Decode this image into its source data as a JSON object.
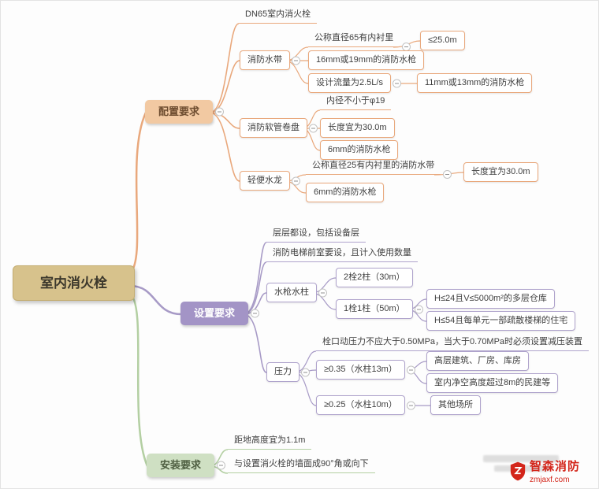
{
  "root": "室内消火栓",
  "config": {
    "label": "配置要求",
    "dn65": "DN65室内消火栓",
    "hose": "消防水带",
    "hose_d65": "公称直径65有内衬里",
    "hose_len": "≤25.0m",
    "gun_16_19": "16mm或19mm的消防水枪",
    "flow": "设计流量为2.5L/s",
    "gun_11_13": "11mm或13mm的消防水枪",
    "reel": "消防软管卷盘",
    "reel_d": "内径不小于φ19",
    "reel_len": "长度宜为30.0m",
    "reel_gun": "6mm的消防水枪",
    "light": "轻便水龙",
    "light_hose": "公称直径25有内衬里的消防水带",
    "light_len": "长度宜为30.0m",
    "light_gun": "6mm的消防水枪"
  },
  "setup": {
    "label": "设置要求",
    "every_floor": "层层都设，包括设备层",
    "elevator": "消防电梯前室要设，且计入使用数量",
    "jet": "水枪水柱",
    "jet_2": "2栓2柱（30m）",
    "jet_1": "1栓1柱（50m）",
    "jet_1a": "H≤24且V≤5000m²的多层仓库",
    "jet_1b": "H≤54且每单元一部疏散楼梯的住宅",
    "pressure": "压力",
    "p_note": "栓口动压力不应大于0.50MPa，当大于0.70MPa时必须设置减压装置",
    "p_035": "≥0.35（水柱13m）",
    "p_035a": "高层建筑、厂房、库房",
    "p_035b": "室内净空高度超过8m的民建等",
    "p_025": "≥0.25（水柱10m）",
    "p_025a": "其他场所"
  },
  "install": {
    "label": "安装要求",
    "height": "距地高度宜为1.1m",
    "angle": "与设置消火栓的墙面成90°角或向下"
  },
  "logo": {
    "brand": "智森消防",
    "site": "zmjaxf.com"
  },
  "colors": {
    "orange": "#e9a87c",
    "purple": "#a79ac6",
    "green": "#b3cfa2",
    "root_fill": "#d7c28c",
    "brand_red": "#d3251a"
  }
}
